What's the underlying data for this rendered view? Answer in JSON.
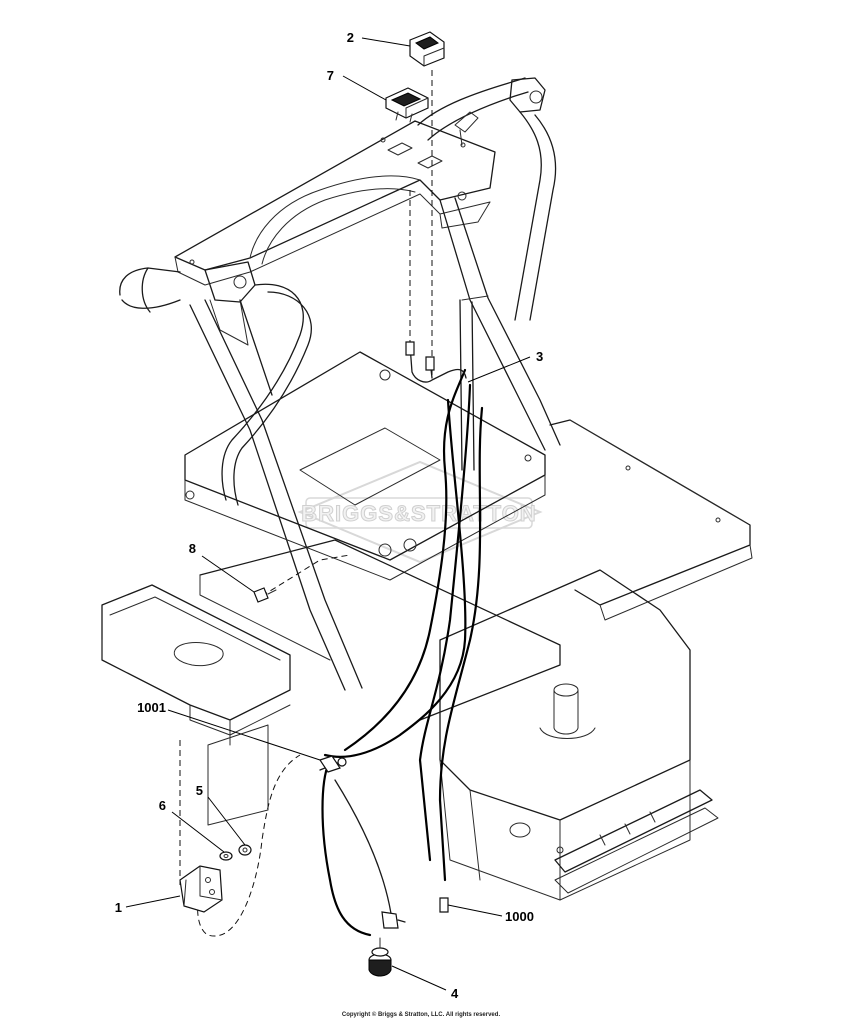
{
  "diagram": {
    "callouts": [
      {
        "id": "c2",
        "label": "2"
      },
      {
        "id": "c7",
        "label": "7"
      },
      {
        "id": "c3",
        "label": "3"
      },
      {
        "id": "c8",
        "label": "8"
      },
      {
        "id": "c1001",
        "label": "1001"
      },
      {
        "id": "c5",
        "label": "5"
      },
      {
        "id": "c6",
        "label": "6"
      },
      {
        "id": "c1",
        "label": "1"
      },
      {
        "id": "c1000",
        "label": "1000"
      },
      {
        "id": "c4",
        "label": "4"
      }
    ],
    "watermark": "BRIGGS&STRATTON",
    "copyright": "Copyright © Briggs & Stratton, LLC. All rights reserved."
  }
}
